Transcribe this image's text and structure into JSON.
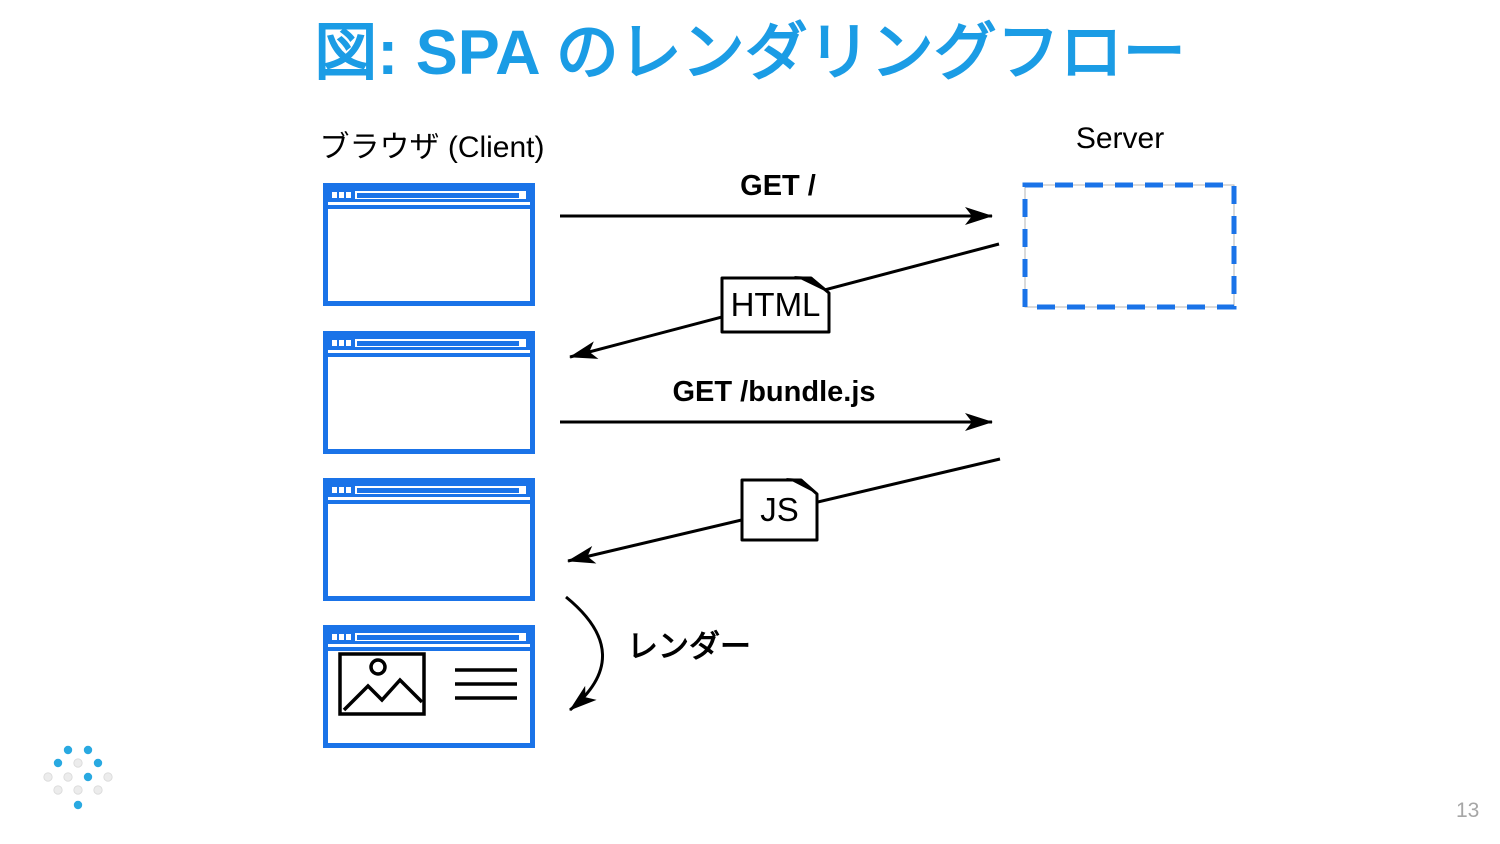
{
  "slide": {
    "title": "図: SPA のレンダリングフロー",
    "page_number": "13"
  },
  "diagram": {
    "client_label": "ブラウザ (Client)",
    "server_label": "Server",
    "request1_label": "GET /",
    "response1_label": "HTML",
    "request2_label": "GET /bundle.js",
    "response2_label": "JS",
    "render_label": "レンダー"
  },
  "icons": {
    "browser_window": "blue window frame with title bar dots and address bar",
    "server_box": "blue dashed rectangle",
    "document": "page with folded top-right corner",
    "image_placeholder": "framed picture with circle and mountains",
    "text_lines": "three horizontal rules",
    "logo": "diamond grid of blue and gray dots"
  },
  "colors": {
    "accent_blue": "#1a73e8",
    "title_blue": "#1b9ce5",
    "logo_blue": "#29a9e1",
    "logo_gray": "#ececec",
    "line_black": "#000000",
    "page_number_gray": "#a6a6a6"
  }
}
